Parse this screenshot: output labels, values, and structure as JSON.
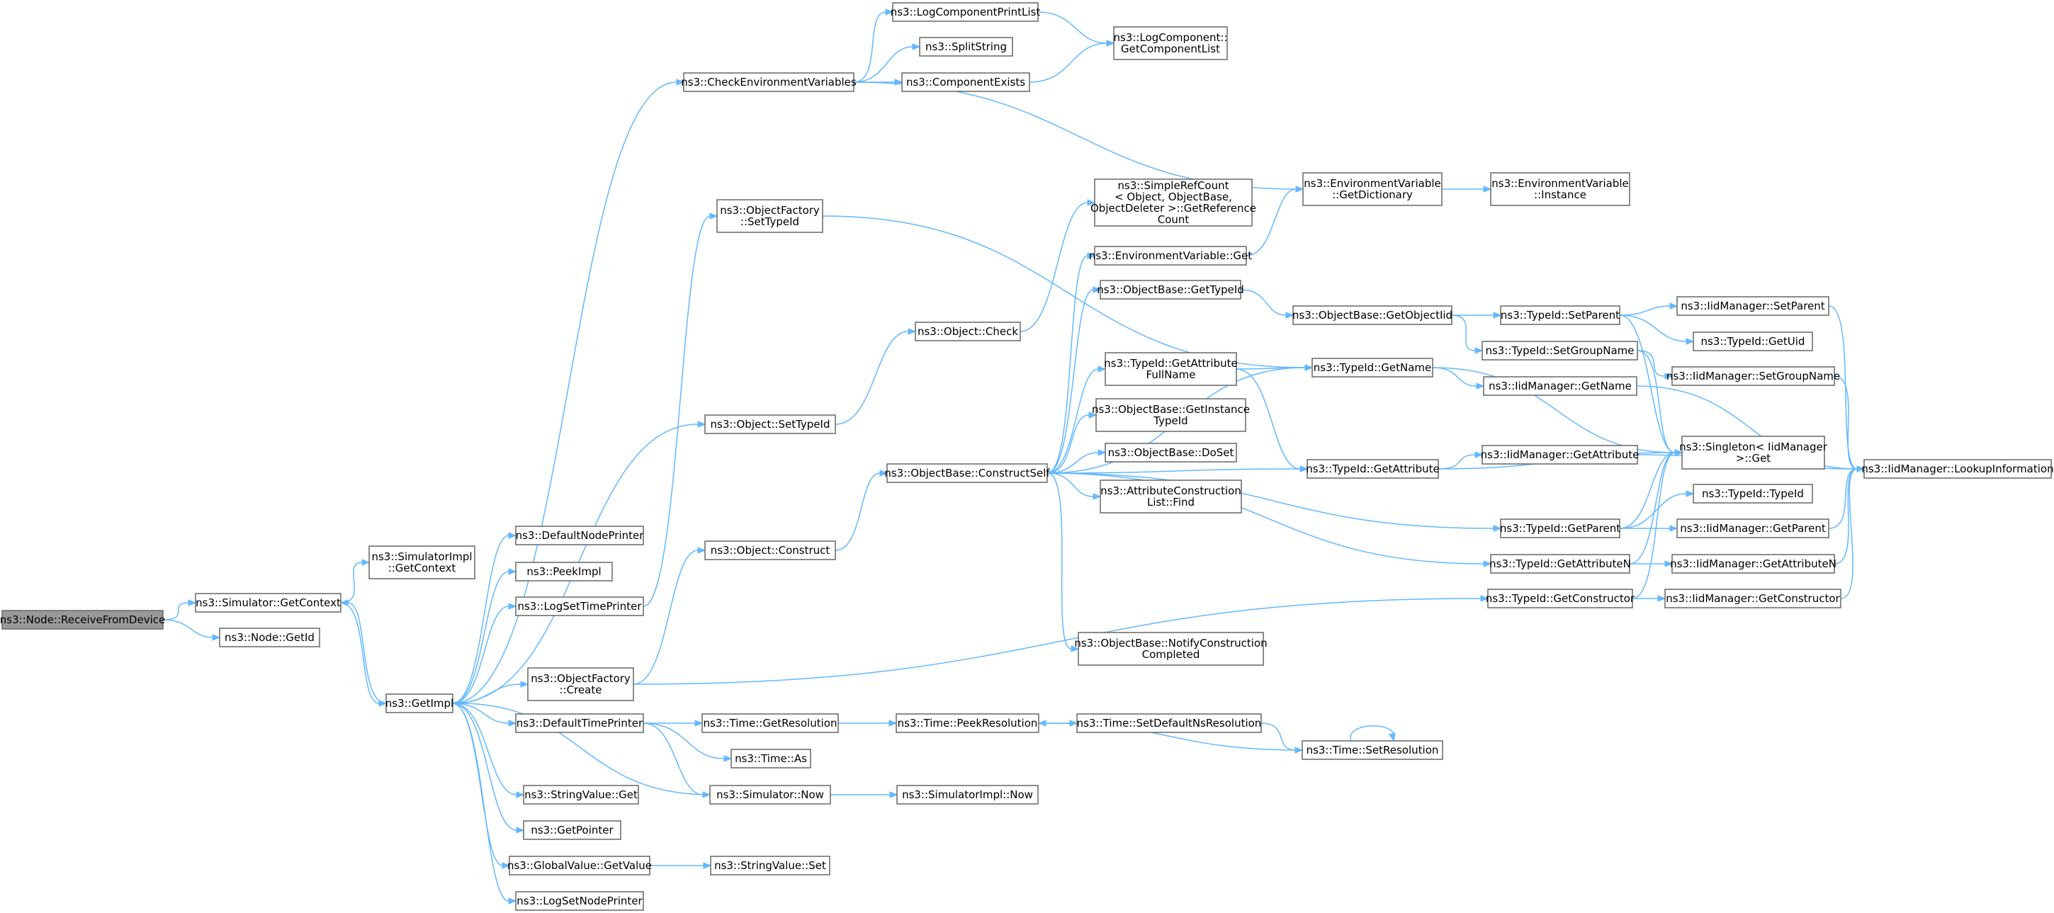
{
  "graph": {
    "root": "ReceiveFromDevice",
    "nodes": [
      {
        "id": "ReceiveFromDevice",
        "lines": [
          "ns3::Node::ReceiveFromDevice"
        ],
        "root": true
      },
      {
        "id": "SimGetContext",
        "lines": [
          "ns3::Simulator::GetContext"
        ]
      },
      {
        "id": "NodeGetId",
        "lines": [
          "ns3::Node::GetId"
        ]
      },
      {
        "id": "SimImplGetContext",
        "lines": [
          "ns3::SimulatorImpl",
          "::GetContext"
        ]
      },
      {
        "id": "GetImpl",
        "lines": [
          "ns3::GetImpl"
        ]
      },
      {
        "id": "DefaultNodePrinter",
        "lines": [
          "ns3::DefaultNodePrinter"
        ]
      },
      {
        "id": "PeekImpl",
        "lines": [
          "ns3::PeekImpl"
        ]
      },
      {
        "id": "LogSetTimePrinter",
        "lines": [
          "ns3::LogSetTimePrinter"
        ]
      },
      {
        "id": "ObjFactoryCreate",
        "lines": [
          "ns3::ObjectFactory",
          "::Create"
        ]
      },
      {
        "id": "DefaultTimePrinter",
        "lines": [
          "ns3::DefaultTimePrinter"
        ]
      },
      {
        "id": "StringValueGet",
        "lines": [
          "ns3::StringValue::Get"
        ]
      },
      {
        "id": "GetPointer",
        "lines": [
          "ns3::GetPointer"
        ]
      },
      {
        "id": "GlobalValueGetValue",
        "lines": [
          "ns3::GlobalValue::GetValue"
        ]
      },
      {
        "id": "LogSetNodePrinter",
        "lines": [
          "ns3::LogSetNodePrinter"
        ]
      },
      {
        "id": "CheckEnvVars",
        "lines": [
          "ns3::CheckEnvironmentVariables"
        ]
      },
      {
        "id": "ObjFactorySetTypeId",
        "lines": [
          "ns3::ObjectFactory",
          "::SetTypeId"
        ]
      },
      {
        "id": "ObjectSetTypeId",
        "lines": [
          "ns3::Object::SetTypeId"
        ]
      },
      {
        "id": "ObjectConstruct",
        "lines": [
          "ns3::Object::Construct"
        ]
      },
      {
        "id": "TimeGetResolution",
        "lines": [
          "ns3::Time::GetResolution"
        ]
      },
      {
        "id": "TimeAs",
        "lines": [
          "ns3::Time::As"
        ]
      },
      {
        "id": "SimulatorNow",
        "lines": [
          "ns3::Simulator::Now"
        ]
      },
      {
        "id": "StringValueSet",
        "lines": [
          "ns3::StringValue::Set"
        ]
      },
      {
        "id": "LogComponentPrintList",
        "lines": [
          "ns3::LogComponentPrintList"
        ]
      },
      {
        "id": "SplitString",
        "lines": [
          "ns3::SplitString"
        ]
      },
      {
        "id": "ComponentExists",
        "lines": [
          "ns3::ComponentExists"
        ]
      },
      {
        "id": "ObjectCheck",
        "lines": [
          "ns3::Object::Check"
        ]
      },
      {
        "id": "ConstructSelf",
        "lines": [
          "ns3::ObjectBase::ConstructSelf"
        ]
      },
      {
        "id": "TimePeekResolution",
        "lines": [
          "ns3::Time::PeekResolution"
        ]
      },
      {
        "id": "SimImplNow",
        "lines": [
          "ns3::SimulatorImpl::Now"
        ]
      },
      {
        "id": "GetComponentList",
        "lines": [
          "ns3::LogComponent::",
          "GetComponentList"
        ]
      },
      {
        "id": "SimpleRefCount",
        "lines": [
          "ns3::SimpleRefCount",
          "< Object, ObjectBase,",
          " ObjectDeleter >::GetReference",
          "Count"
        ]
      },
      {
        "id": "EnvVarGet",
        "lines": [
          "ns3::EnvironmentVariable::Get"
        ]
      },
      {
        "id": "OBGetTypeId",
        "lines": [
          "ns3::ObjectBase::GetTypeId"
        ]
      },
      {
        "id": "TIGetAttrFullName",
        "lines": [
          "ns3::TypeId::GetAttribute",
          "FullName"
        ]
      },
      {
        "id": "OBGetInstanceTypeId",
        "lines": [
          "ns3::ObjectBase::GetInstance",
          "TypeId"
        ]
      },
      {
        "id": "OBDoSet",
        "lines": [
          "ns3::ObjectBase::DoSet"
        ]
      },
      {
        "id": "AttrConstrListFind",
        "lines": [
          "ns3::AttributeConstruction",
          "List::Find"
        ]
      },
      {
        "id": "OBNotifyConstrCompleted",
        "lines": [
          "ns3::ObjectBase::NotifyConstruction",
          "Completed"
        ]
      },
      {
        "id": "TimeSetDefaultNsRes",
        "lines": [
          "ns3::Time::SetDefaultNsResolution"
        ]
      },
      {
        "id": "EnvVarGetDictionary",
        "lines": [
          "ns3::EnvironmentVariable",
          "::GetDictionary"
        ]
      },
      {
        "id": "OBGetObjectIid",
        "lines": [
          "ns3::ObjectBase::GetObjectIid"
        ]
      },
      {
        "id": "TIGetName",
        "lines": [
          "ns3::TypeId::GetName"
        ]
      },
      {
        "id": "TIGetAttribute",
        "lines": [
          "ns3::TypeId::GetAttribute"
        ]
      },
      {
        "id": "TimeSetResolution",
        "lines": [
          "ns3::Time::SetResolution"
        ]
      },
      {
        "id": "EnvVarInstance",
        "lines": [
          "ns3::EnvironmentVariable",
          "::Instance"
        ]
      },
      {
        "id": "TISetParent",
        "lines": [
          "ns3::TypeId::SetParent"
        ]
      },
      {
        "id": "TISetGroupName",
        "lines": [
          "ns3::TypeId::SetGroupName"
        ]
      },
      {
        "id": "IidMgrGetName",
        "lines": [
          "ns3::IidManager::GetName"
        ]
      },
      {
        "id": "IidMgrGetAttribute",
        "lines": [
          "ns3::IidManager::GetAttribute"
        ]
      },
      {
        "id": "TIGetParent",
        "lines": [
          "ns3::TypeId::GetParent"
        ]
      },
      {
        "id": "TIGetAttributeN",
        "lines": [
          "ns3::TypeId::GetAttributeN"
        ]
      },
      {
        "id": "TIGetConstructor",
        "lines": [
          "ns3::TypeId::GetConstructor"
        ]
      },
      {
        "id": "IidMgrSetParent",
        "lines": [
          "ns3::IidManager::SetParent"
        ]
      },
      {
        "id": "TIGetUid",
        "lines": [
          "ns3::TypeId::GetUid"
        ]
      },
      {
        "id": "IidMgrSetGroupName",
        "lines": [
          "ns3::IidManager::SetGroupName"
        ]
      },
      {
        "id": "SingletonGet",
        "lines": [
          "ns3::Singleton< IidManager",
          " >::Get"
        ]
      },
      {
        "id": "TITypeId",
        "lines": [
          "ns3::TypeId::TypeId"
        ]
      },
      {
        "id": "IidMgrGetParent",
        "lines": [
          "ns3::IidManager::GetParent"
        ]
      },
      {
        "id": "IidMgrGetAttributeN",
        "lines": [
          "ns3::IidManager::GetAttributeN"
        ]
      },
      {
        "id": "IidMgrGetConstructor",
        "lines": [
          "ns3::IidManager::GetConstructor"
        ]
      },
      {
        "id": "IidMgrLookupInfo",
        "lines": [
          "ns3::IidManager::LookupInformation"
        ]
      }
    ],
    "edges": [
      [
        "ReceiveFromDevice",
        "SimGetContext"
      ],
      [
        "ReceiveFromDevice",
        "NodeGetId"
      ],
      [
        "SimGetContext",
        "SimImplGetContext"
      ],
      [
        "SimGetContext",
        "GetImpl"
      ],
      [
        "GetImpl",
        "SimGetContext"
      ],
      [
        "GetImpl",
        "DefaultNodePrinter"
      ],
      [
        "GetImpl",
        "PeekImpl"
      ],
      [
        "GetImpl",
        "LogSetTimePrinter"
      ],
      [
        "GetImpl",
        "ObjFactoryCreate"
      ],
      [
        "GetImpl",
        "DefaultTimePrinter"
      ],
      [
        "GetImpl",
        "StringValueGet"
      ],
      [
        "GetImpl",
        "GetPointer"
      ],
      [
        "GetImpl",
        "GlobalValueGetValue"
      ],
      [
        "GetImpl",
        "LogSetNodePrinter"
      ],
      [
        "GetImpl",
        "CheckEnvVars"
      ],
      [
        "GetImpl",
        "ObjectSetTypeId"
      ],
      [
        "LogSetTimePrinter",
        "ObjFactorySetTypeId"
      ],
      [
        "ObjFactoryCreate",
        "ObjectConstruct"
      ],
      [
        "ObjFactoryCreate",
        "TIGetConstructor"
      ],
      [
        "DefaultTimePrinter",
        "TimeGetResolution"
      ],
      [
        "DefaultTimePrinter",
        "TimeAs"
      ],
      [
        "DefaultTimePrinter",
        "SimulatorNow"
      ],
      [
        "SimulatorNow",
        "GetImpl"
      ],
      [
        "SimulatorNow",
        "SimImplNow"
      ],
      [
        "GlobalValueGetValue",
        "StringValueSet"
      ],
      [
        "CheckEnvVars",
        "LogComponentPrintList"
      ],
      [
        "CheckEnvVars",
        "SplitString"
      ],
      [
        "CheckEnvVars",
        "ComponentExists"
      ],
      [
        "CheckEnvVars",
        "EnvVarGetDictionary"
      ],
      [
        "LogComponentPrintList",
        "GetComponentList"
      ],
      [
        "ComponentExists",
        "GetComponentList"
      ],
      [
        "ObjFactorySetTypeId",
        "TIGetName"
      ],
      [
        "ObjectSetTypeId",
        "ObjectCheck"
      ],
      [
        "ObjectCheck",
        "SimpleRefCount"
      ],
      [
        "ObjectConstruct",
        "ConstructSelf"
      ],
      [
        "ConstructSelf",
        "EnvVarGet"
      ],
      [
        "ConstructSelf",
        "OBGetTypeId"
      ],
      [
        "ConstructSelf",
        "TIGetAttrFullName"
      ],
      [
        "ConstructSelf",
        "OBGetInstanceTypeId"
      ],
      [
        "ConstructSelf",
        "OBDoSet"
      ],
      [
        "ConstructSelf",
        "AttrConstrListFind"
      ],
      [
        "ConstructSelf",
        "OBNotifyConstrCompleted"
      ],
      [
        "ConstructSelf",
        "TIGetName"
      ],
      [
        "ConstructSelf",
        "TIGetAttribute"
      ],
      [
        "ConstructSelf",
        "TIGetParent"
      ],
      [
        "ConstructSelf",
        "TIGetAttributeN"
      ],
      [
        "EnvVarGet",
        "EnvVarGetDictionary"
      ],
      [
        "EnvVarGetDictionary",
        "EnvVarInstance"
      ],
      [
        "OBGetTypeId",
        "OBGetObjectIid"
      ],
      [
        "OBGetObjectIid",
        "TISetParent"
      ],
      [
        "OBGetObjectIid",
        "TISetGroupName"
      ],
      [
        "TIGetAttrFullName",
        "TIGetName"
      ],
      [
        "TIGetAttrFullName",
        "TIGetAttribute"
      ],
      [
        "TIGetName",
        "IidMgrGetName"
      ],
      [
        "TIGetName",
        "SingletonGet"
      ],
      [
        "TIGetAttribute",
        "IidMgrGetAttribute"
      ],
      [
        "TIGetAttribute",
        "SingletonGet"
      ],
      [
        "TimeGetResolution",
        "TimePeekResolution"
      ],
      [
        "TimePeekResolution",
        "TimeSetDefaultNsRes"
      ],
      [
        "TimeSetDefaultNsRes",
        "TimeSetResolution"
      ],
      [
        "TimeSetResolution",
        "TimePeekResolution"
      ],
      [
        "TimeSetResolution",
        "TimeSetResolution"
      ],
      [
        "TISetParent",
        "IidMgrSetParent"
      ],
      [
        "TISetParent",
        "TIGetUid"
      ],
      [
        "TISetParent",
        "SingletonGet"
      ],
      [
        "TISetGroupName",
        "IidMgrSetGroupName"
      ],
      [
        "TISetGroupName",
        "SingletonGet"
      ],
      [
        "IidMgrSetParent",
        "IidMgrLookupInfo"
      ],
      [
        "IidMgrSetGroupName",
        "IidMgrLookupInfo"
      ],
      [
        "IidMgrGetName",
        "IidMgrLookupInfo"
      ],
      [
        "IidMgrGetAttribute",
        "IidMgrLookupInfo"
      ],
      [
        "TIGetParent",
        "TITypeId"
      ],
      [
        "TIGetParent",
        "IidMgrGetParent"
      ],
      [
        "TIGetParent",
        "SingletonGet"
      ],
      [
        "TIGetAttributeN",
        "IidMgrGetAttributeN"
      ],
      [
        "TIGetAttributeN",
        "SingletonGet"
      ],
      [
        "TIGetConstructor",
        "IidMgrGetConstructor"
      ],
      [
        "TIGetConstructor",
        "SingletonGet"
      ],
      [
        "IidMgrGetParent",
        "IidMgrLookupInfo"
      ],
      [
        "IidMgrGetAttributeN",
        "IidMgrLookupInfo"
      ],
      [
        "IidMgrGetConstructor",
        "IidMgrLookupInfo"
      ]
    ]
  }
}
